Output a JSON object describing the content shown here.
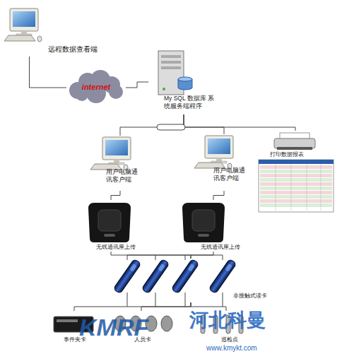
{
  "diagram": {
    "nodes": [
      {
        "text": [
          "远程数据查看端"
        ]
      },
      {
        "text": [
          "internet"
        ]
      },
      {
        "text": [
          "My SQL 数据库 系统服务端程序"
        ]
      },
      {
        "text": [
          "用户电脑通讯客户端"
        ]
      },
      {
        "text": [
          "用户电脑通讯客户端"
        ]
      },
      {
        "text": [
          "打印数据报表"
        ]
      },
      {
        "text": [
          "无线通讯座上传"
        ]
      },
      {
        "text": [
          "无线通讯座上传"
        ]
      },
      {
        "text": [
          "非接触式读卡"
        ]
      },
      {
        "text": [
          "事件夹卡"
        ]
      },
      {
        "text": [
          "人员卡"
        ]
      },
      {
        "text": [
          "巡检点"
        ]
      }
    ],
    "edges": [
      {
        "from": 0,
        "to": 1,
        "arrow": "none"
      },
      {
        "from": 1,
        "to": 2,
        "arrow": "none"
      },
      {
        "from": 2,
        "to": 3,
        "arrow": "none"
      },
      {
        "from": 2,
        "to": 4,
        "arrow": "none"
      },
      {
        "from": 2,
        "to": 5,
        "arrow": "none"
      },
      {
        "from": 3,
        "to": 6,
        "arrow": "none"
      },
      {
        "from": 4,
        "to": 7,
        "arrow": "none"
      },
      {
        "from": 6,
        "to": 8,
        "arrow": "none"
      },
      {
        "from": 7,
        "to": 8,
        "arrow": "none"
      },
      {
        "from": 8,
        "to": 9,
        "arrow": "none"
      },
      {
        "from": 8,
        "to": 10,
        "arrow": "none"
      },
      {
        "from": 8,
        "to": 11,
        "arrow": "none"
      }
    ],
    "labels": [
      "KMRF",
      "河北科曼",
      "www.kmykt.com"
    ]
  }
}
